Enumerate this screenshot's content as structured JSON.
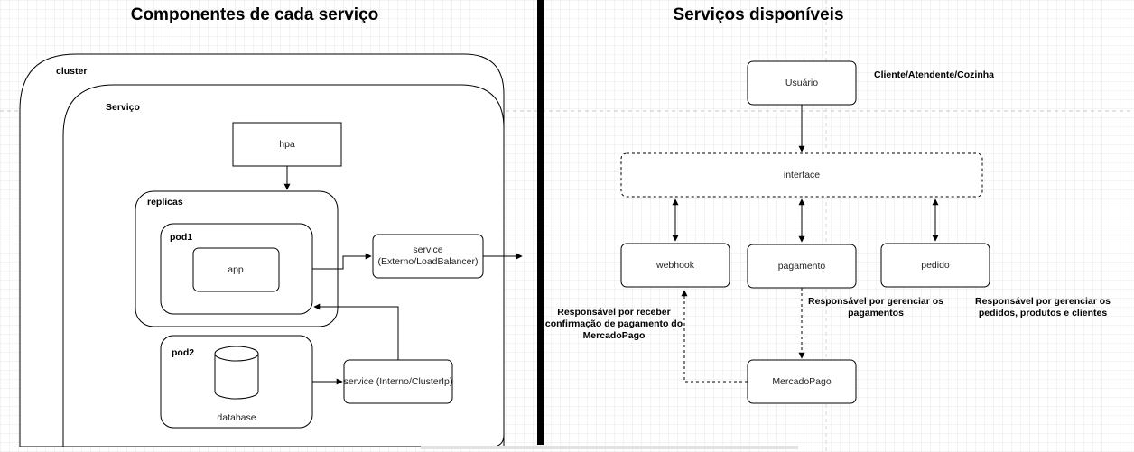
{
  "left_panel": {
    "title": "Componentes de cada serviço",
    "cluster_label": "cluster",
    "service_label": "Serviço",
    "hpa_label": "hpa",
    "replicas_label": "replicas",
    "pod1_label": "pod1",
    "app_label": "app",
    "service_external_line1": "service",
    "service_external_line2": "(Externo/LoadBalancer)",
    "pod2_label": "pod2",
    "database_label": "database",
    "service_internal_label": "service (Interno/ClusterIp)"
  },
  "right_panel": {
    "title": "Serviços disponíveis",
    "usuario_label": "Usuário",
    "usuario_note": "Cliente/Atendente/Cozinha",
    "interface_label": "interface",
    "webhook_label": "webhook",
    "pagamento_label": "pagamento",
    "pedido_label": "pedido",
    "mercadopago_label": "MercadoPago",
    "webhook_note": [
      "Responsável por receber",
      "confirmação de pagamento do",
      "MercadoPago"
    ],
    "pagamento_note": [
      "Responsável por gerenciar os",
      "pagamentos"
    ],
    "pedido_note": [
      "Responsável por gerenciar os",
      "pedidos, produtos e clientes"
    ]
  },
  "colors": {
    "stroke": "#000000",
    "divider": "#000000",
    "background": "#ffffff"
  }
}
